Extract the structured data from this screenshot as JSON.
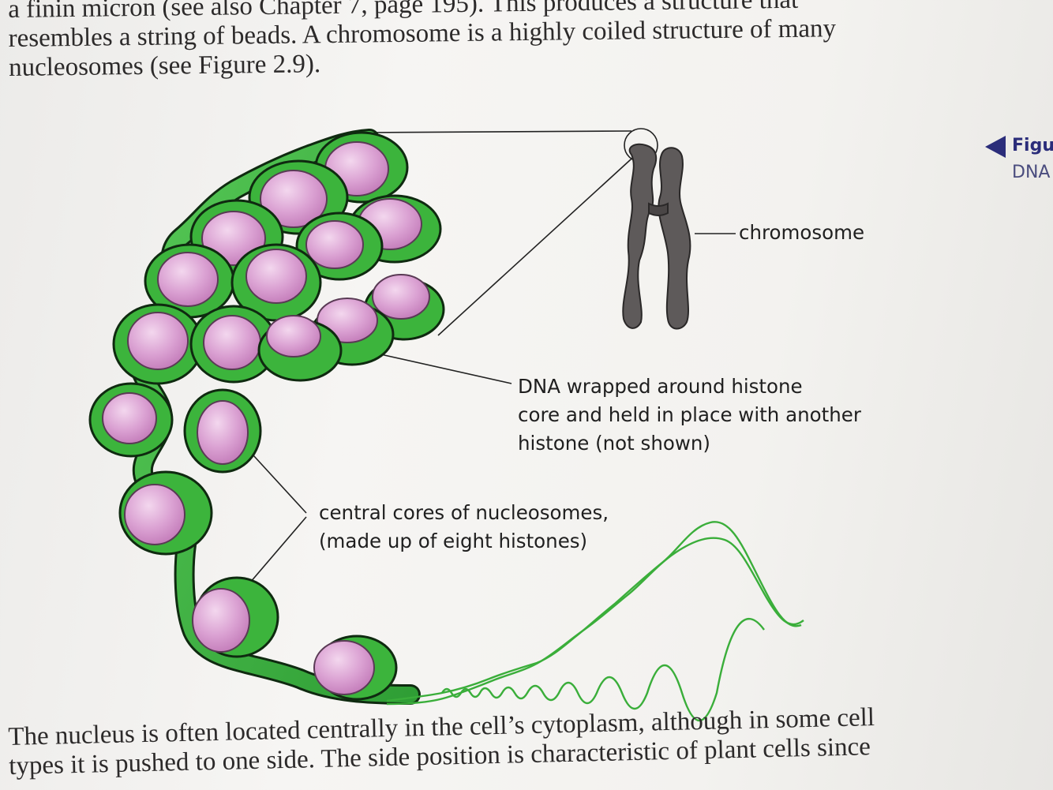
{
  "top_paragraph": [
    "a finin micron (see also Chapter 7, page 195). This produces a structure that",
    "resembles a string of beads. A chromosome is a highly coiled structure of many",
    "nucleosomes (see Figure 2.9)."
  ],
  "figure": {
    "labels": {
      "chromosome": "chromosome",
      "dna_wrapped": [
        "DNA wrapped around histone",
        "core and held in place with another",
        "histone (not shown)"
      ],
      "central_cores": [
        "central cores of nucleosomes,",
        "(made up of eight histones)"
      ]
    },
    "colors": {
      "dna_green": "#3cb43c",
      "dna_outline": "#0f2a10",
      "histone_pink": "#d79ad0",
      "chromosome_grey": "#5e5a5a"
    }
  },
  "side_tab": {
    "title": "Figu",
    "subtitle": "DNA",
    "icon": "triangle-pointer-icon"
  },
  "bottom_paragraph": [
    "The nucleus is often located centrally in the cell’s cytoplasm, although in some cell",
    "types it is pushed to one side. The side position is characteristic of plant cells since"
  ]
}
